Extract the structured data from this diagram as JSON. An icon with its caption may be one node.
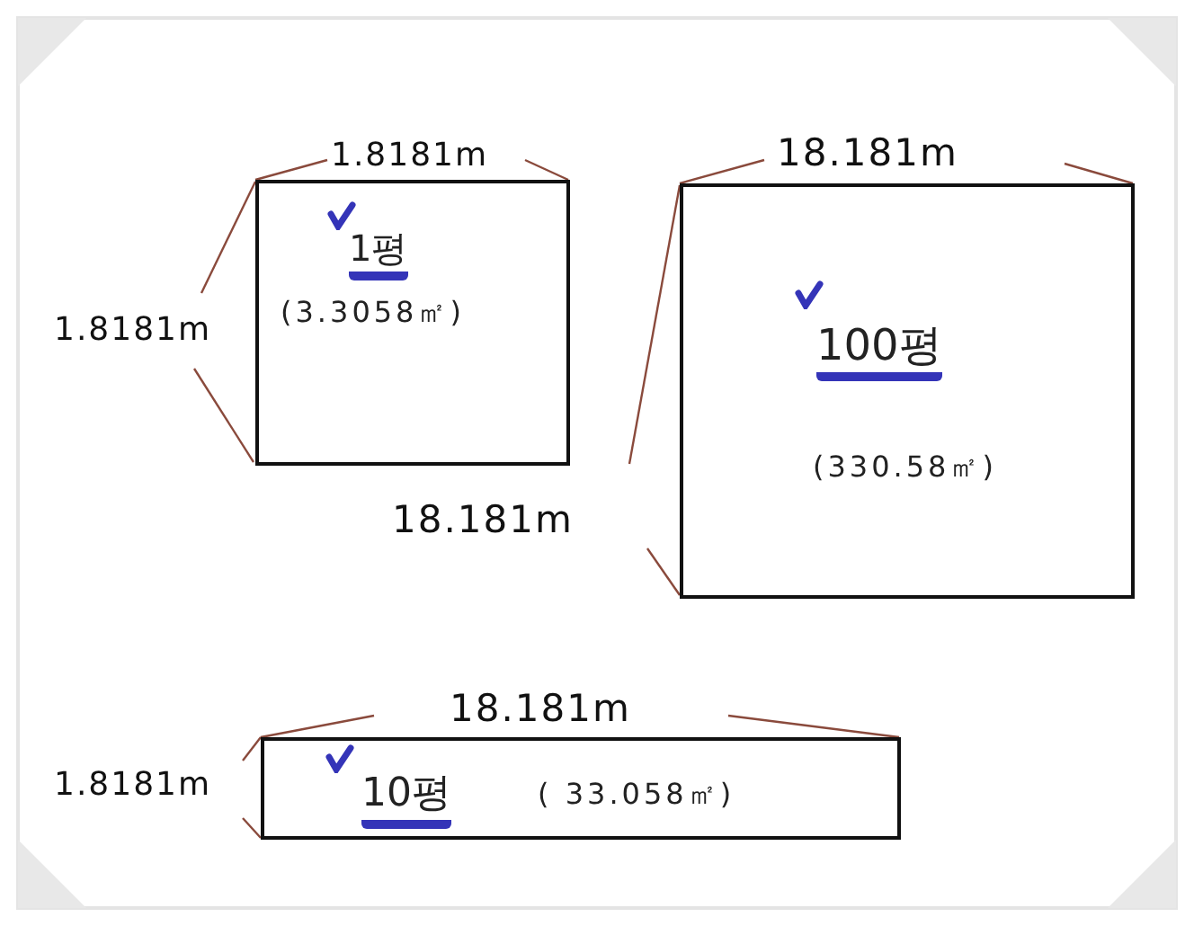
{
  "diagram": {
    "nodes": [
      {
        "text": [
          "1평",
          "(3.3058㎡)"
        ]
      },
      {
        "text": [
          "100평",
          "(330.58㎡)"
        ]
      },
      {
        "text": [
          "10평",
          "( 33.058㎡)"
        ]
      }
    ],
    "labels": [
      "1.8181m",
      "18.181m",
      "1.8181m",
      "18.181m",
      "18.181m",
      "1.8181m"
    ]
  }
}
